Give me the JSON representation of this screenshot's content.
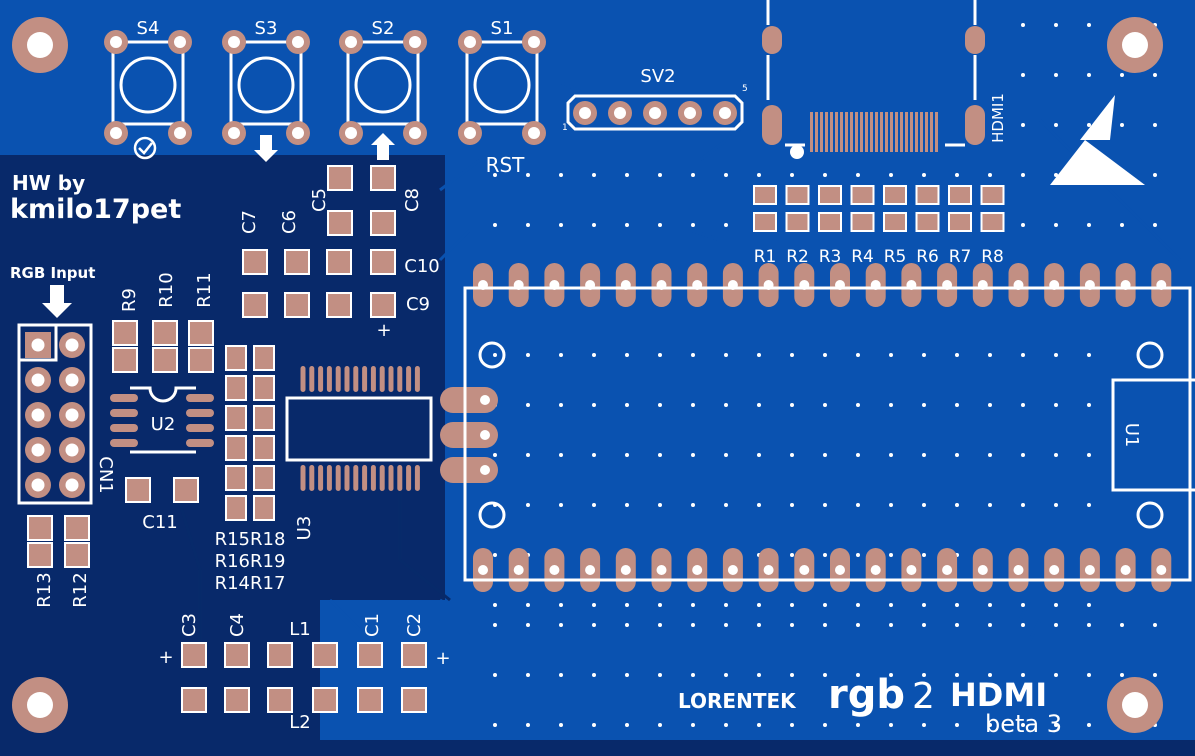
{
  "colors": {
    "copper_top": "#0a52b0",
    "copper_dark": "#08296a",
    "pad": "#c28f83",
    "silkscreen": "#ffffff"
  },
  "credits": {
    "line1": "HW by",
    "line2": "kmilo17pet"
  },
  "logo": {
    "brand": "LORENTEK",
    "product_a": "rgb",
    "product_b": "2",
    "product_c": "HDMI",
    "version": "beta 3"
  },
  "connector_label": "RGB Input",
  "switches": [
    {
      "ref": "S4",
      "symbol": "✓"
    },
    {
      "ref": "S3",
      "symbol": "↓"
    },
    {
      "ref": "S2",
      "symbol": "↑"
    },
    {
      "ref": "S1",
      "symbol": "RST"
    }
  ],
  "refs": {
    "sv2": "SV2",
    "sv2_pin5": "5",
    "sv2_pin1": "1",
    "hdmi1": "HDMI1",
    "r1": "R1",
    "r2": "R2",
    "r3": "R3",
    "r4": "R4",
    "r5": "R5",
    "r6": "R6",
    "r7": "R7",
    "r8": "R8",
    "r9": "R9",
    "r10": "R10",
    "r11": "R11",
    "r12": "R12",
    "r13": "R13",
    "r15_r18": "R15R18",
    "r16_r19": "R16R19",
    "r14_r17": "R14R17",
    "c1": "C1",
    "c2": "C2",
    "c3": "C3",
    "c4": "C4",
    "c5": "C5",
    "c6": "C6",
    "c7": "C7",
    "c8": "C8",
    "c9": "C9",
    "c10": "C10",
    "c11": "C11",
    "l1": "L1",
    "l2": "L2",
    "u1": "U1",
    "u2": "U2",
    "u3": "U3",
    "cn1": "CN1",
    "plus": "+"
  }
}
